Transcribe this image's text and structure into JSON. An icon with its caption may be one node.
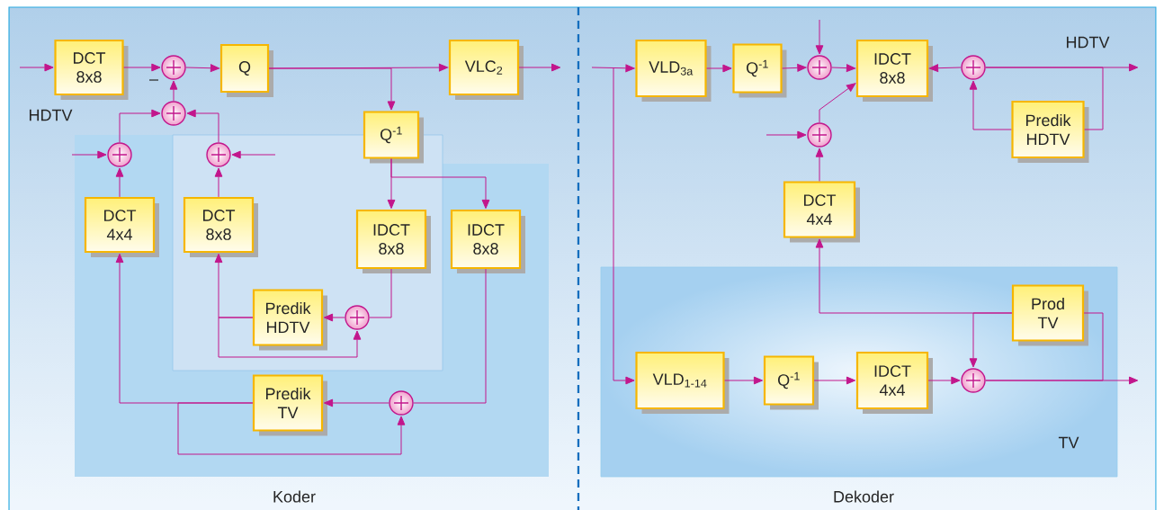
{
  "diagram": {
    "nodes": [
      {
        "text": [
          "DCT 8x8"
        ]
      },
      {
        "text": [],
        "shape": "circle"
      },
      {
        "text": [
          "Q"
        ]
      },
      {
        "text": [
          "VLC$_{2}$"
        ]
      },
      {
        "text": [
          "Q$^{-1}$"
        ]
      },
      {
        "text": [],
        "shape": "circle"
      },
      {
        "text": [],
        "shape": "circle"
      },
      {
        "text": [],
        "shape": "circle"
      },
      {
        "text": [
          "DCT 4x4"
        ]
      },
      {
        "text": [
          "DCT 8x8"
        ]
      },
      {
        "text": [
          "IDCT 8x8"
        ]
      },
      {
        "text": [
          "IDCT 8x8"
        ]
      },
      {
        "text": [
          "Predik HDTV"
        ]
      },
      {
        "text": [],
        "shape": "circle"
      },
      {
        "text": [
          "Predik TV"
        ]
      },
      {
        "text": [],
        "shape": "circle"
      },
      {
        "text": [
          "VLD$_{3a}$"
        ]
      },
      {
        "text": [
          "Q$^{-1}$"
        ]
      },
      {
        "text": [],
        "shape": "circle"
      },
      {
        "text": [
          "IDCT 8x8"
        ]
      },
      {
        "text": [],
        "shape": "circle"
      },
      {
        "text": [
          "Predik HDTV"
        ]
      },
      {
        "text": [],
        "shape": "circle"
      },
      {
        "text": [
          "DCT 4x4"
        ]
      },
      {
        "text": [
          "TV"
        ]
      },
      {
        "text": [
          "Prod TV"
        ],
        "in": 24
      },
      {
        "text": [
          "VLD$_{1-14}$"
        ],
        "in": 24
      },
      {
        "text": [
          "Q$^{-1}$"
        ],
        "in": 24
      },
      {
        "text": [
          "IDCT 4x4"
        ],
        "in": 24
      },
      {
        "text": [],
        "shape": "circle",
        "in": 24
      }
    ],
    "edges": [
      {
        "from": null,
        "to": 0,
        "arrow": "to"
      },
      {
        "from": 0,
        "to": 1,
        "arrow": "to"
      },
      {
        "from": 1,
        "to": 2,
        "arrow": "to"
      },
      {
        "from": 2,
        "to": 3,
        "arrow": "to"
      },
      {
        "from": 3,
        "to": null,
        "arrow": "to"
      },
      {
        "from": 2,
        "to": 4,
        "arrow": "to"
      },
      {
        "from": 4,
        "to": 10,
        "arrow": "to"
      },
      {
        "from": 4,
        "to": 11,
        "arrow": "to"
      },
      {
        "from": 5,
        "to": 1,
        "arrow": "to"
      },
      {
        "from": 6,
        "to": 5,
        "arrow": "to"
      },
      {
        "from": 7,
        "to": 5,
        "arrow": "to"
      },
      {
        "from": null,
        "to": 6,
        "arrow": "to"
      },
      {
        "from": null,
        "to": 7,
        "arrow": "to"
      },
      {
        "from": 8,
        "to": 6,
        "arrow": "to"
      },
      {
        "from": 9,
        "to": 7,
        "arrow": "to"
      },
      {
        "from": 10,
        "to": 13,
        "arrow": "none"
      },
      {
        "from": 13,
        "to": 12,
        "arrow": "to"
      },
      {
        "from": 12,
        "to": 9,
        "arrow": "to"
      },
      {
        "from": 12,
        "to": 13,
        "arrow": "to"
      },
      {
        "from": 11,
        "to": 15,
        "arrow": "none"
      },
      {
        "from": 15,
        "to": 14,
        "arrow": "to"
      },
      {
        "from": 14,
        "to": 8,
        "arrow": "to"
      },
      {
        "from": 14,
        "to": 15,
        "arrow": "to"
      },
      {
        "from": null,
        "to": 16,
        "arrow": "to"
      },
      {
        "from": null,
        "to": 26,
        "arrow": "to"
      },
      {
        "from": 16,
        "to": 17,
        "arrow": "to"
      },
      {
        "from": 17,
        "to": 18,
        "arrow": "to"
      },
      {
        "from": 18,
        "to": 19,
        "arrow": "to"
      },
      {
        "from": null,
        "to": 18,
        "arrow": "to"
      },
      {
        "from": 22,
        "to": 19,
        "arrow": "to"
      },
      {
        "from": null,
        "to": 22,
        "arrow": "to"
      },
      {
        "from": 23,
        "to": 22,
        "arrow": "to"
      },
      {
        "from": 20,
        "to": 19,
        "arrow": "to"
      },
      {
        "from": 20,
        "to": null,
        "arrow": "to"
      },
      {
        "from": 21,
        "to": 20,
        "arrow": "to"
      },
      {
        "from": 20,
        "to": 21,
        "arrow": "none"
      },
      {
        "from": 26,
        "to": 27,
        "arrow": "to"
      },
      {
        "from": 27,
        "to": 28,
        "arrow": "to"
      },
      {
        "from": 28,
        "to": 29,
        "arrow": "to"
      },
      {
        "from": 29,
        "to": null,
        "arrow": "to"
      },
      {
        "from": 25,
        "to": 23,
        "arrow": "to"
      },
      {
        "from": 25,
        "to": 29,
        "arrow": "to"
      },
      {
        "from": 29,
        "to": 25,
        "arrow": "none"
      }
    ],
    "labels": [
      "HDTV",
      "–",
      "HDTV",
      "Koder",
      "Dekoder"
    ]
  }
}
